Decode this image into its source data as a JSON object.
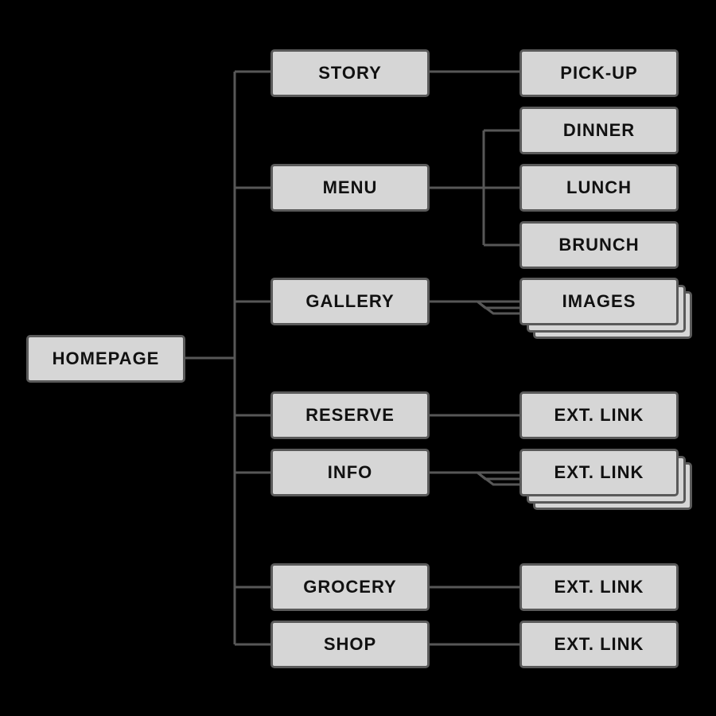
{
  "colors": {
    "background": "#000000",
    "node_fill": "#d6d6d6",
    "node_border": "#5a5a5a",
    "connector": "#575757",
    "text": "#111111"
  },
  "root": {
    "label": "HOMEPAGE"
  },
  "level1": [
    {
      "label": "STORY"
    },
    {
      "label": "MENU"
    },
    {
      "label": "GALLERY"
    },
    {
      "label": "RESERVE"
    },
    {
      "label": "INFO"
    },
    {
      "label": "GROCERY"
    },
    {
      "label": "SHOP"
    }
  ],
  "level2": {
    "story": [
      {
        "label": "PICK-UP"
      }
    ],
    "menu": [
      {
        "label": "DINNER"
      },
      {
        "label": "LUNCH"
      },
      {
        "label": "BRUNCH"
      }
    ],
    "gallery": [
      {
        "label": "IMAGES",
        "stacked": true
      }
    ],
    "reserve": [
      {
        "label": "EXT. LINK"
      }
    ],
    "info": [
      {
        "label": "EXT. LINK",
        "stacked": true
      }
    ],
    "grocery": [
      {
        "label": "EXT. LINK"
      }
    ],
    "shop": [
      {
        "label": "EXT. LINK"
      }
    ]
  }
}
